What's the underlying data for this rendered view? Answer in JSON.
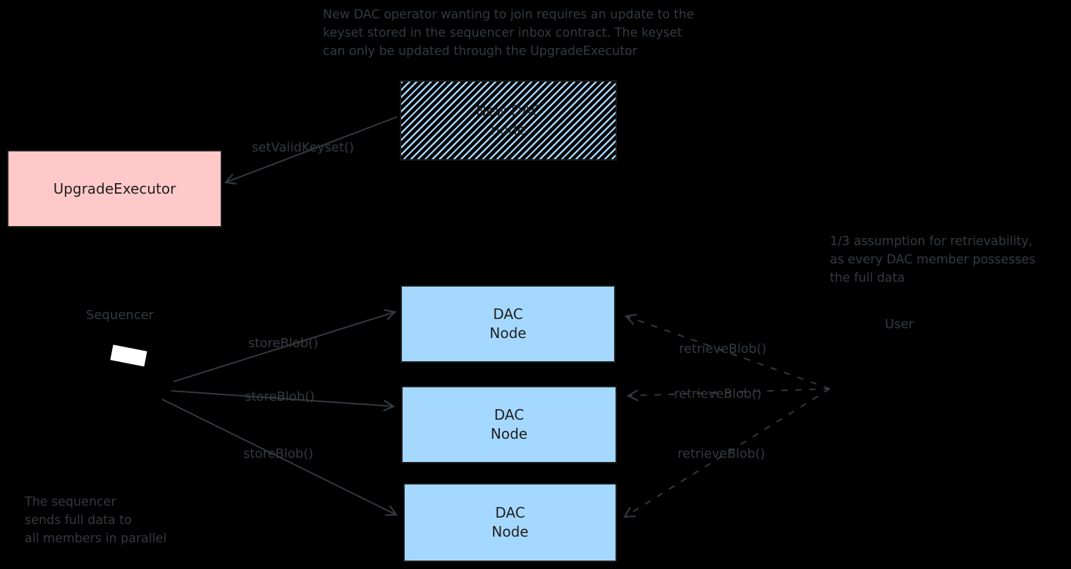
{
  "colors": {
    "background": "#000000",
    "upgrade_executor_fill": "#ffc9c9",
    "dac_node_fill": "#a5d8ff",
    "hachure_line": "#a5d8ff",
    "box_stroke": "#1e1e1e",
    "annotation": "#343a40",
    "sequencer_marker": "#ffffff"
  },
  "notes": {
    "keyset": {
      "lines": [
        "New DAC operator wanting to join requires an update to the",
        "keyset stored in the sequencer inbox contract. The keyset",
        "can only be updated through the UpgradeExecutor"
      ]
    },
    "retrievability": {
      "lines": [
        "1/3 assumption for retrievability,",
        "as every DAC member possesses",
        "the full data"
      ]
    },
    "parallel": {
      "lines": [
        "The sequencer",
        "sends full data to",
        "all members in parallel"
      ]
    }
  },
  "actors": {
    "sequencer": "Sequencer",
    "user": "User"
  },
  "nodes": {
    "new_dac": {
      "line1": "New DAC",
      "line2": "node"
    },
    "upgrade_executor": {
      "label": "UpgradeExecutor"
    },
    "dac": [
      {
        "line1": "DAC",
        "line2": "Node"
      },
      {
        "line1": "DAC",
        "line2": "Node"
      },
      {
        "line1": "DAC",
        "line2": "Node"
      }
    ]
  },
  "edges": {
    "set_valid_keyset": "setValidKeyset()",
    "store_blob": [
      "storeBlob()",
      "storeBlob()",
      "storeBlob()"
    ],
    "retrieve_blob": [
      "retrieveBlob()",
      "retrieveBlob()",
      "retrieveBlob()"
    ]
  }
}
